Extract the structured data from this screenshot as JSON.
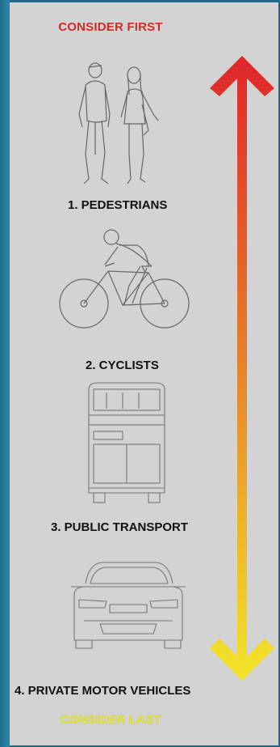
{
  "consider_first": "CONSIDER FIRST",
  "consider_last": "CONSIDER LAST",
  "levels": [
    {
      "label": "1.  PEDESTRIANS"
    },
    {
      "label": "2. CYCLISTS"
    },
    {
      "label": "3. PUBLIC TRANSPORT"
    },
    {
      "label": "4. PRIVATE MOTOR VEHICLES"
    }
  ],
  "colors": {
    "top": "#e0262a",
    "mid": "#e3702a",
    "bottom": "#f2e52a",
    "background": "#d3d3d3"
  },
  "icons": [
    "pedestrians-icon",
    "cyclist-icon",
    "bus-icon",
    "car-icon"
  ]
}
